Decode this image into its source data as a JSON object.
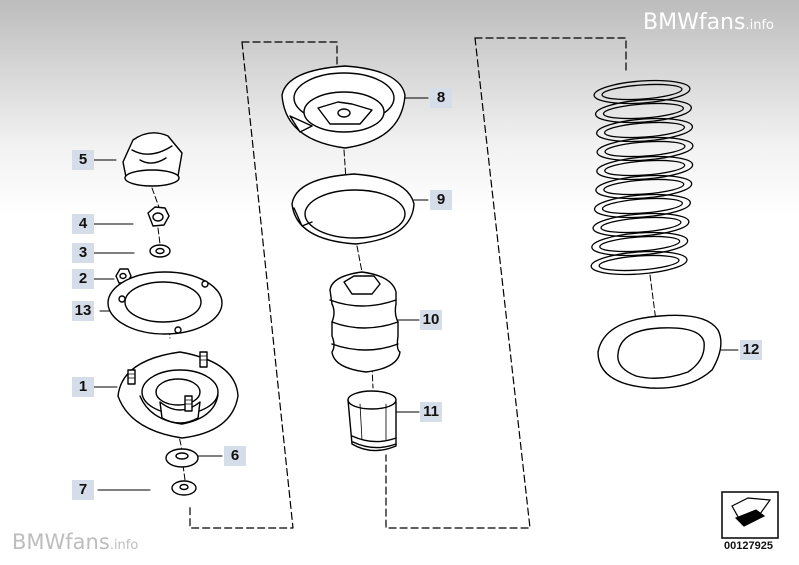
{
  "watermark": {
    "brand": "BMWfans",
    "suffix": ".info"
  },
  "reference_number": "00127925",
  "callouts": {
    "1": "1",
    "2": "2",
    "3": "3",
    "4": "4",
    "5": "5",
    "6": "6",
    "7": "7",
    "8": "8",
    "9": "9",
    "10": "10",
    "11": "11",
    "12": "12",
    "13": "13"
  },
  "colors": {
    "callout_background": "#d4dde8",
    "line": "#000000"
  },
  "icons": [
    "reference-arrow-icon"
  ]
}
